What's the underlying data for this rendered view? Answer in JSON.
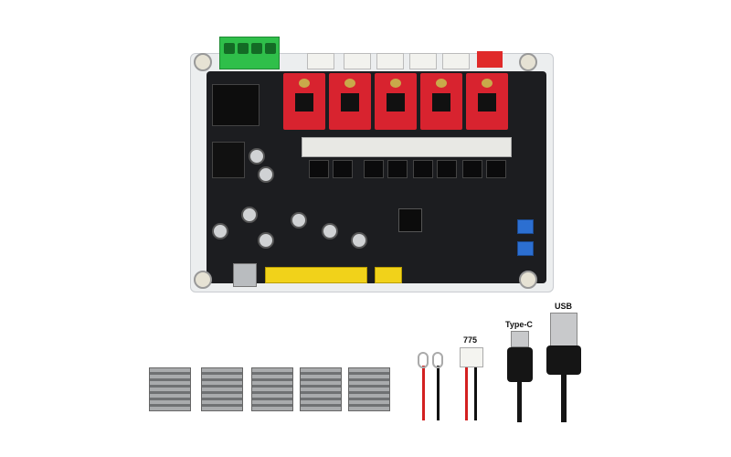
{
  "product": {
    "accessories": {
      "connector_label": "775",
      "type_c_label": "Type-C",
      "usb_label": "USB"
    },
    "colors": {
      "pcb": "#1c1d20",
      "driver": "#d8232f",
      "terminal": "#2fbf4a",
      "pins": "#f1d21a"
    }
  }
}
